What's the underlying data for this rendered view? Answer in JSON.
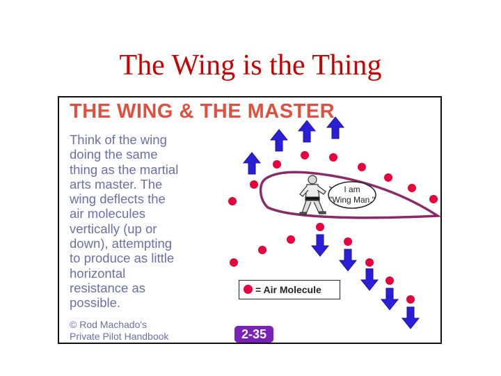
{
  "slide": {
    "title": "The Wing is the Thing"
  },
  "figure": {
    "heading": "THE WING & THE MASTER",
    "body_lines": [
      "Think of the wing",
      "doing the same",
      "thing as the martial",
      "arts master. The",
      "wing deflects the",
      "air molecules",
      "vertically (up or",
      "down), attempting",
      "to produce as little",
      "horizontal",
      "resistance as",
      "possible."
    ],
    "speech_line1": "I am",
    "speech_line2": "\"Wing Man.\"",
    "legend_label": "= Air Molecule",
    "credit_line1": "© Rod Machado's",
    "credit_line2": "Private Pilot Handbook",
    "page_number": "2-35"
  },
  "colors": {
    "title": "#cc0000",
    "heading": "#e05040",
    "body_text": "#6b6fa8",
    "arrow": "#2a1fd6",
    "molecule": "#e8003c",
    "wing_outline": "#8a2a6a",
    "badge": "#7a22b8"
  },
  "icons": [
    "up-arrow-icon",
    "down-arrow-icon",
    "air-molecule-icon",
    "martial-artist-figure"
  ]
}
